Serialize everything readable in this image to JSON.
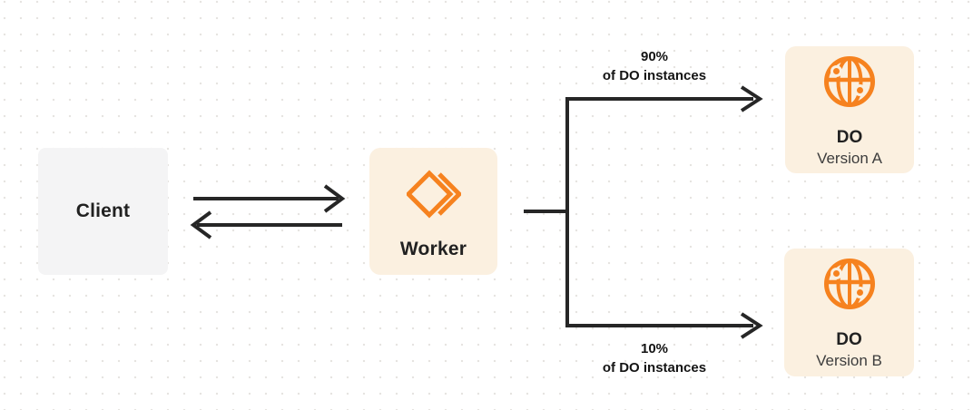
{
  "colors": {
    "bg": "#ffffff",
    "dot": "#e6e4e1",
    "wire": "#262626",
    "accent": "#f6821f",
    "cream": "#fbf0e0",
    "gray-box": "#f4f4f5",
    "text-dark": "#212121",
    "text-sub": "#3d3d3d"
  },
  "nodes": {
    "client": {
      "label": "Client"
    },
    "worker": {
      "label": "Worker",
      "icon": "workers-logo-icon"
    },
    "do_a": {
      "title": "DO",
      "subtitle": "Version A",
      "icon": "globe-icon"
    },
    "do_b": {
      "title": "DO",
      "subtitle": "Version B",
      "icon": "globe-icon"
    }
  },
  "edges": {
    "client_worker": {
      "type": "bidirectional-arrow"
    },
    "top_branch": {
      "percent": "90%",
      "caption": "of DO instances"
    },
    "bottom_branch": {
      "percent": "10%",
      "caption": "of DO instances"
    }
  }
}
